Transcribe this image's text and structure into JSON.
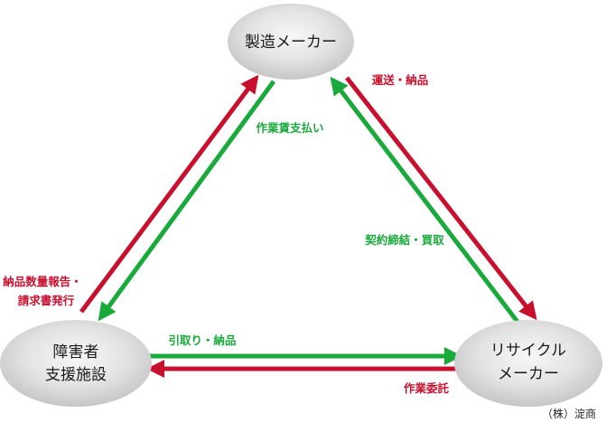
{
  "nodes": {
    "manufacturer": {
      "lines": [
        "製造メーカー"
      ]
    },
    "facility": {
      "lines": [
        "障害者",
        "支援施設"
      ]
    },
    "recycler": {
      "lines": [
        "リサイクル",
        "メーカー"
      ]
    }
  },
  "edges": {
    "facility_to_manufacturer": {
      "lines": [
        "納品数量報告・",
        "請求書発行"
      ],
      "color": "#c8102e"
    },
    "manufacturer_to_facility": {
      "lines": [
        "作業賃支払い"
      ],
      "color": "#1aaa3c"
    },
    "manufacturer_to_recycler": {
      "lines": [
        "運送・納品"
      ],
      "color": "#c8102e"
    },
    "recycler_to_manufacturer": {
      "lines": [
        "契約締結・買取"
      ],
      "color": "#1aaa3c"
    },
    "facility_to_recycler": {
      "lines": [
        "引取り・納品"
      ],
      "color": "#1aaa3c"
    },
    "recycler_to_facility": {
      "lines": [
        "作業委託"
      ],
      "color": "#c8102e"
    }
  },
  "credit": "（株）淀商"
}
